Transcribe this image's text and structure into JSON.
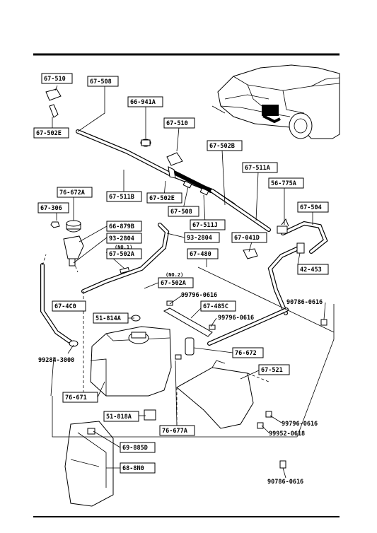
{
  "labels": {
    "p67_510_a": "67-510",
    "p67_508_a": "67-508",
    "p67_502e_a": "67-502E",
    "p66_941a": "66-941A",
    "p67_510_b": "67-510",
    "p67_502b": "67-502B",
    "p67_511a": "67-511A",
    "p56_775a": "56-775A",
    "p76_672a": "76-672A",
    "p67_306": "67-306",
    "p67_511b": "67-511B",
    "p67_502e_b": "67-502E",
    "p67_508_b": "67-508",
    "p67_511j": "67-511J",
    "p67_504": "67-504",
    "p66_879b": "66-879B",
    "p93_2804_a": "93-2804",
    "no1": "(NO.1)",
    "p67_502a_a": "67-502A",
    "p93_2804_b": "93-2804",
    "p67_041d": "67-041D",
    "p67_480": "67-480",
    "p42_453": "42-453",
    "no2": "(NO.2)",
    "p67_502a_b": "67-502A",
    "p99796_0616_a": "99796-0616",
    "p67_4c0": "67-4C0",
    "p67_485c": "67-485C",
    "p90786_0616_a": "90786-0616",
    "p51_814a": "51-814A",
    "p99796_0616_b": "99796-0616",
    "p76_672": "76-672",
    "p99284_3000": "99284-3000",
    "p67_521": "67-521",
    "p76_671": "76-671",
    "p51_818a": "51-818A",
    "p76_677a": "76-677A",
    "p99796_0616_c": "99796-0616",
    "p99952_0618": "99952-0618",
    "p69_885d": "69-885D",
    "p68_8n0": "68-8N0",
    "p90786_0616_b": "90786-0616"
  }
}
